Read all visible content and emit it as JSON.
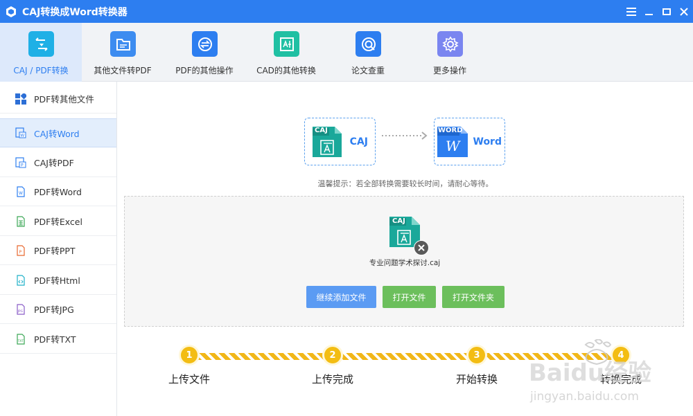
{
  "app": {
    "title": "CAJ转换成Word转换器"
  },
  "toolbar": [
    {
      "label": "CAJ / PDF转换",
      "icon": "caj-pdf-convert-icon",
      "color": "#1fb0e6"
    },
    {
      "label": "其他文件转PDF",
      "icon": "folder-file-icon",
      "color": "#3d8cf0"
    },
    {
      "label": "PDF的其他操作",
      "icon": "swap-arrows-icon",
      "color": "#2d7ef0"
    },
    {
      "label": "CAD的其他转换",
      "icon": "cad-drawing-icon",
      "color": "#20c0a3"
    },
    {
      "label": "论文查重",
      "icon": "magnifier-check-icon",
      "color": "#2d7ef0"
    },
    {
      "label": "更多操作",
      "icon": "gear-icon",
      "color": "#7a85f0"
    }
  ],
  "sidebar": {
    "items": [
      {
        "label": "PDF转其他文件",
        "icon": "grid-icon"
      },
      {
        "label": "CAJ转Word",
        "icon": "caj-word-icon"
      },
      {
        "label": "CAJ转PDF",
        "icon": "caj-pdf-icon"
      },
      {
        "label": "PDF转Word",
        "icon": "pdf-word-icon"
      },
      {
        "label": "PDF转Excel",
        "icon": "pdf-excel-icon"
      },
      {
        "label": "PDF转PPT",
        "icon": "pdf-ppt-icon"
      },
      {
        "label": "PDF转Html",
        "icon": "pdf-html-icon"
      },
      {
        "label": "PDF转JPG",
        "icon": "pdf-jpg-icon"
      },
      {
        "label": "PDF转TXT",
        "icon": "pdf-txt-icon"
      }
    ]
  },
  "conversion": {
    "from": {
      "badge": "CAJ",
      "label": "CAJ"
    },
    "to": {
      "badge": "WORD",
      "glyph": "W",
      "label": "Word"
    }
  },
  "tip": "温馨提示：若全部转换需要较长时间，请耐心等待。",
  "file": {
    "badge": "CAJ",
    "name": "专业问题学术探讨.caj"
  },
  "buttons": {
    "add_more": "继续添加文件",
    "open_file": "打开文件",
    "open_folder": "打开文件夹"
  },
  "steps": [
    {
      "num": "1",
      "label": "上传文件"
    },
    {
      "num": "2",
      "label": "上传完成"
    },
    {
      "num": "3",
      "label": "开始转换"
    },
    {
      "num": "4",
      "label": "转换完成"
    }
  ],
  "watermark": {
    "brand": "Baidu经验",
    "url": "jingyan.baidu.com"
  },
  "colors": {
    "accent": "#2d7ef0",
    "caj_teal": "#1aa89a",
    "word_blue": "#2d7ef0",
    "button_blue": "#5b9bf3",
    "button_green": "#6cbf5c",
    "step_yellow": "#f3bd13"
  }
}
